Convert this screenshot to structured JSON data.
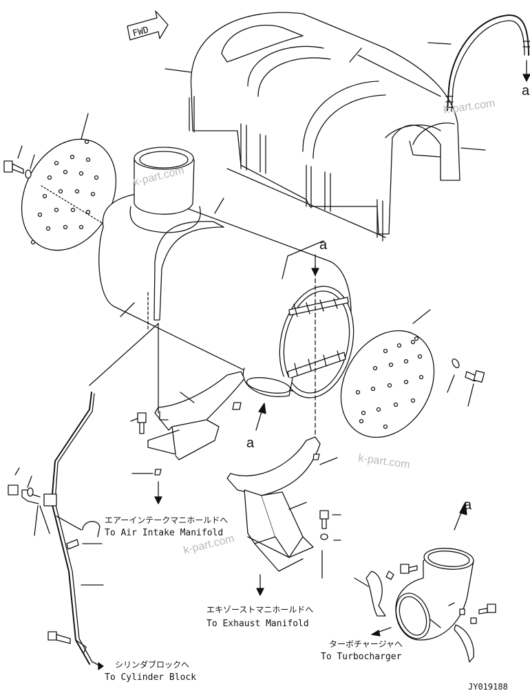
{
  "fwd_label": "FWD",
  "reference_letter": "a",
  "destinations": {
    "air_intake_jp": "エアーインテークマニホールドへ",
    "air_intake_en": "To Air Intake Manifold",
    "exhaust_jp": "エキゾーストマニホールドへ",
    "exhaust_en": "To Exhaust Manifold",
    "turbo_jp": "ターボチャージャへ",
    "turbo_en": "To Turbocharger",
    "cylinder_jp": "シリンダブロックへ",
    "cylinder_en": "To Cylinder Block"
  },
  "watermark": "k-part.com",
  "drawing_code": "JY019188"
}
